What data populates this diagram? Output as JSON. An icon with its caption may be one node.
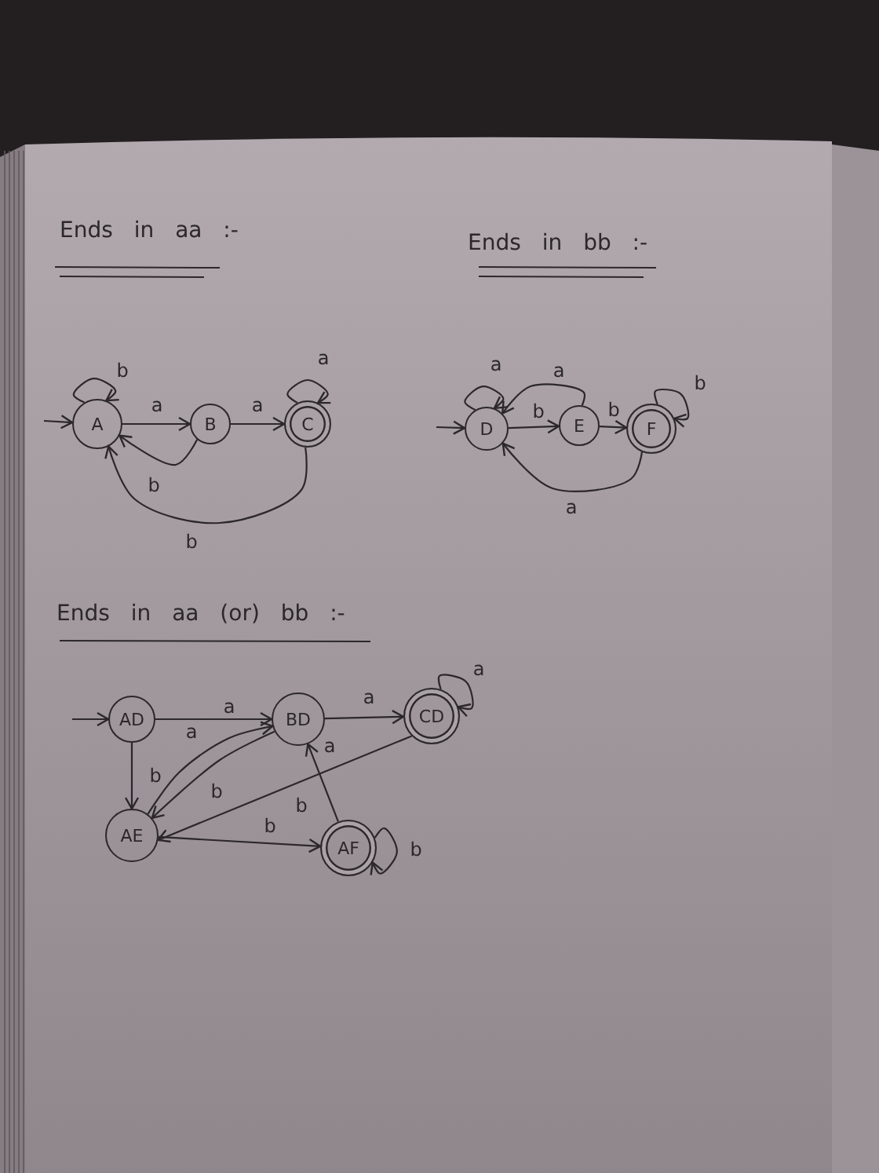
{
  "diagram": {
    "nodes": [
      {
        "text": [
          "A"
        ]
      },
      {
        "text": [
          "B"
        ]
      },
      {
        "text": [
          "C"
        ]
      },
      {
        "text": [
          "D"
        ]
      },
      {
        "text": [
          "E"
        ]
      },
      {
        "text": [
          "F"
        ]
      },
      {
        "text": [
          "AD"
        ]
      },
      {
        "text": [
          "BD"
        ]
      },
      {
        "text": [
          "CD"
        ]
      },
      {
        "text": [
          "AE"
        ]
      },
      {
        "text": [
          "AF"
        ]
      }
    ],
    "edges": [
      {
        "from": null,
        "to": 0,
        "arrow": "to"
      },
      {
        "from": 0,
        "to": 0,
        "label": "b",
        "arrow": "to"
      },
      {
        "from": 0,
        "to": 1,
        "label": "a",
        "arrow": "to"
      },
      {
        "from": 1,
        "to": 2,
        "label": "a",
        "arrow": "to"
      },
      {
        "from": 2,
        "to": 2,
        "label": "a",
        "arrow": "to"
      },
      {
        "from": 1,
        "to": 0,
        "label": "b",
        "arrow": "to"
      },
      {
        "from": 2,
        "to": 0,
        "label": "b",
        "arrow": "to"
      },
      {
        "from": null,
        "to": 3,
        "arrow": "to"
      },
      {
        "from": 3,
        "to": 3,
        "label": "a",
        "arrow": "to"
      },
      {
        "from": 3,
        "to": 4,
        "label": "b",
        "arrow": "to"
      },
      {
        "from": 4,
        "to": 5,
        "label": "b",
        "arrow": "to"
      },
      {
        "from": 5,
        "to": 5,
        "label": "b",
        "arrow": "to"
      },
      {
        "from": 4,
        "to": 3,
        "label": "a",
        "arrow": "to"
      },
      {
        "from": 5,
        "to": 3,
        "label": "a",
        "arrow": "to"
      },
      {
        "from": null,
        "to": 6,
        "arrow": "to"
      },
      {
        "from": 6,
        "to": 7,
        "label": "a",
        "arrow": "to"
      },
      {
        "from": 7,
        "to": 8,
        "label": "a",
        "arrow": "to"
      },
      {
        "from": 8,
        "to": 8,
        "label": "a",
        "arrow": "to"
      },
      {
        "from": 6,
        "to": 9,
        "label": "b",
        "arrow": "to"
      },
      {
        "from": 9,
        "to": 7,
        "label": "a",
        "arrow": "to"
      },
      {
        "from": 7,
        "to": 9,
        "label": "b",
        "arrow": "to"
      },
      {
        "from": 8,
        "to": 9,
        "label": "b",
        "arrow": "to"
      },
      {
        "from": 9,
        "to": 10,
        "label": "b",
        "arrow": "to"
      },
      {
        "from": 10,
        "to": 10,
        "label": "b",
        "arrow": "to"
      },
      {
        "from": 10,
        "to": 7,
        "label": "a",
        "arrow": "to"
      }
    ],
    "labels": [
      "Ends in aa :-",
      "Ends in bb :-",
      "Ends in aa (or) bb :-"
    ]
  }
}
